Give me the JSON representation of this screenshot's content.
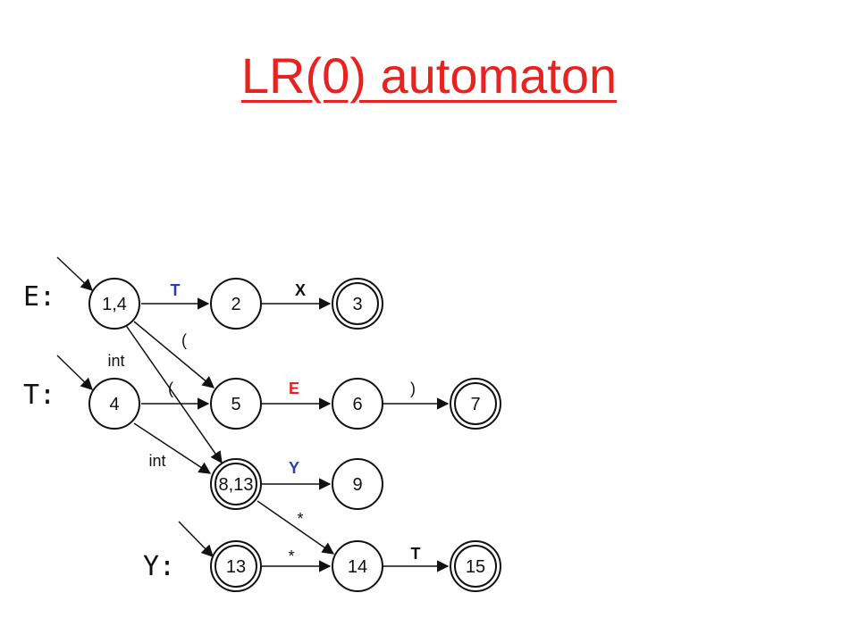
{
  "title": "LR(0) automaton",
  "colors": {
    "title": "#e8231f",
    "blue": "#2b3bb0",
    "red": "#e8231f",
    "black": "#111111"
  },
  "row_labels": {
    "E": "E:",
    "T": "T:",
    "Y": "Y:"
  },
  "nodes": {
    "n14a": "1,4",
    "n2": "2",
    "n3": "3",
    "n4": "4",
    "n5": "5",
    "n6": "6",
    "n7": "7",
    "n813": "8,13",
    "n9": "9",
    "n13": "13",
    "n14": "14",
    "n15": "15"
  },
  "edges": {
    "e_14_2": "T",
    "e_2_3": "X",
    "e_14_5": "(",
    "e_14_813": "int",
    "e_4_5": "(",
    "e_5_6": "E",
    "e_6_7": ")",
    "e_4_813": "int",
    "e_813_9": "Y",
    "e_813_14": "*",
    "e_13_14": "*",
    "e_14_15": "T"
  }
}
